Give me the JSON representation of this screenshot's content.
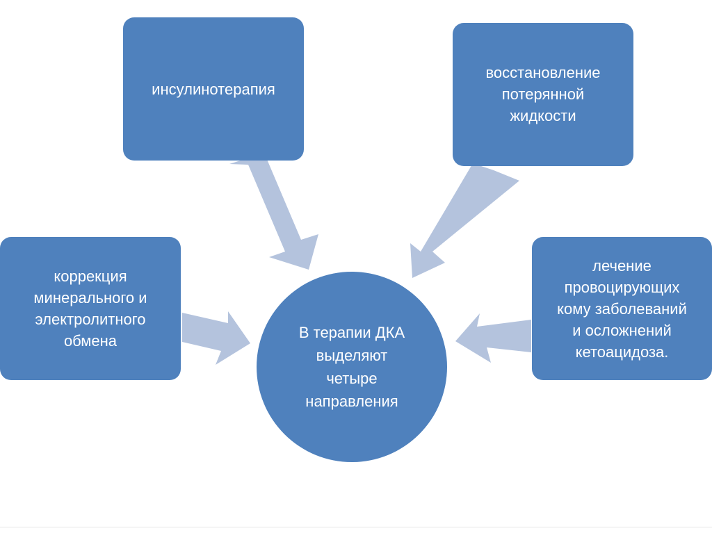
{
  "diagram": {
    "center": {
      "text": "В терапии ДКА\nвыделяют\nчетыре\nнаправления"
    },
    "nodes": [
      {
        "id": "insulin",
        "text": "инсулинотерапия"
      },
      {
        "id": "fluid",
        "text": "восстановление\nпотерянной\nжидкости"
      },
      {
        "id": "mineral",
        "text": "коррекция\nминерального и\nэлектролитного\nобмена"
      },
      {
        "id": "disease",
        "text": "лечение\nпровоцирующих\nкому заболеваний\nи осложнений\nкетоацидоза."
      }
    ],
    "colors": {
      "box_fill": "#4f81bd",
      "arrow_fill": "#b4c3dd",
      "text": "#ffffff"
    }
  }
}
